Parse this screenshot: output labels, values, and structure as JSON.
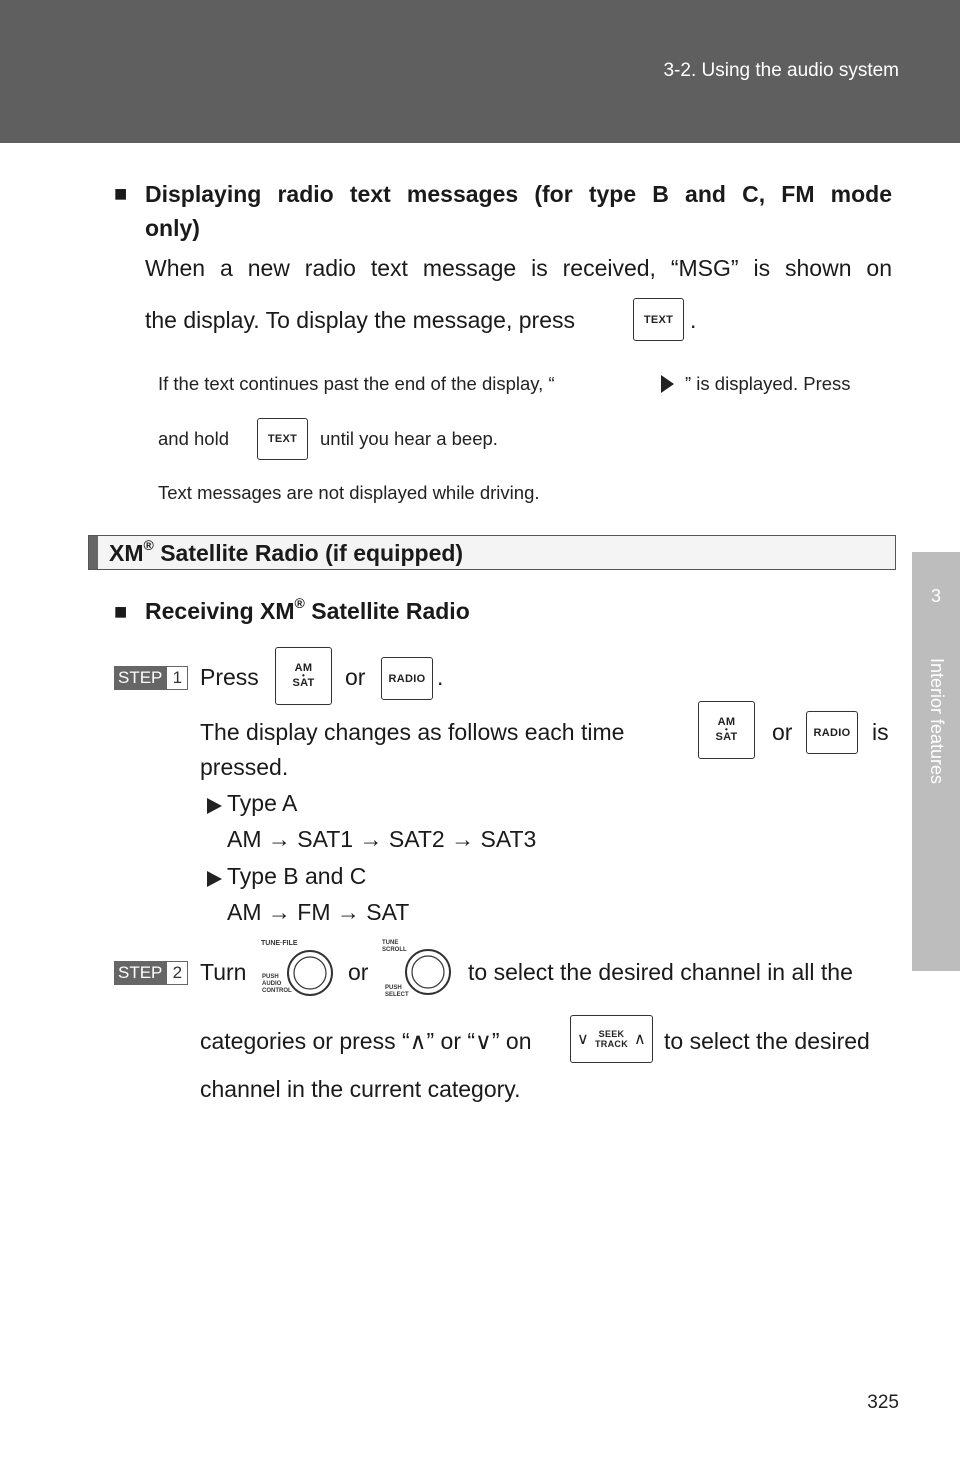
{
  "header": {
    "section": "3-2. Using the audio system"
  },
  "side_tab": {
    "number": "3",
    "label": "Interior features"
  },
  "page_number": "325",
  "sub1": {
    "bullet": "■",
    "heading_line1": "Displaying radio text messages (for type B and C, FM mode",
    "heading_line2": "only)",
    "p1_line1": "When a new radio text message is received, “MSG” is shown on",
    "p1_line2_a": "the display. To display the message, press",
    "p1_line2_end": ".",
    "text_key": "TEXT",
    "note1_a": "If the text continues past the end of the display, “",
    "note1_b": "” is displayed. Press",
    "note2_a": "and hold",
    "note2_b": "until you hear a beep.",
    "note3": "Text messages are not displayed while driving."
  },
  "section": {
    "title_a": "XM",
    "title_reg": "®",
    "title_b": " Satellite Radio (if equipped)"
  },
  "sub2": {
    "bullet": "■",
    "heading_a": "Receiving XM",
    "heading_reg": "®",
    "heading_b": " Satellite Radio"
  },
  "step1": {
    "label": "STEP",
    "num": "1",
    "press": "Press",
    "or": "or",
    "end": ".",
    "key_am": "AM",
    "key_sat": "SAT",
    "key_radio": "RADIO",
    "desc_a": "The display changes as follows each time",
    "desc_or": "or",
    "desc_is": "is",
    "desc_pressed": "pressed.",
    "typeA": "Type A",
    "typeA_seq": "AM → SAT1 → SAT2 → SAT3",
    "typeBC": "Type B and C",
    "typeBC_seq": "AM → FM → SAT"
  },
  "step2": {
    "label": "STEP",
    "num": "2",
    "turn": "Turn",
    "or": "or",
    "line1_end": "to select the desired channel in all the",
    "line2_a": "categories or press “∧” or “∨” on",
    "line2_b": "to select the desired",
    "line3": "channel in the current category.",
    "knob1_top": "TUNE·FILE",
    "knob1_b1": "PUSH",
    "knob1_b2": "AUDIO",
    "knob1_b3": "CONTROL",
    "knob2_t1": "TUNE",
    "knob2_t2": "SCROLL",
    "knob2_b1": "PUSH",
    "knob2_b2": "SELECT",
    "seek_1": "SEEK",
    "seek_2": "TRACK"
  }
}
